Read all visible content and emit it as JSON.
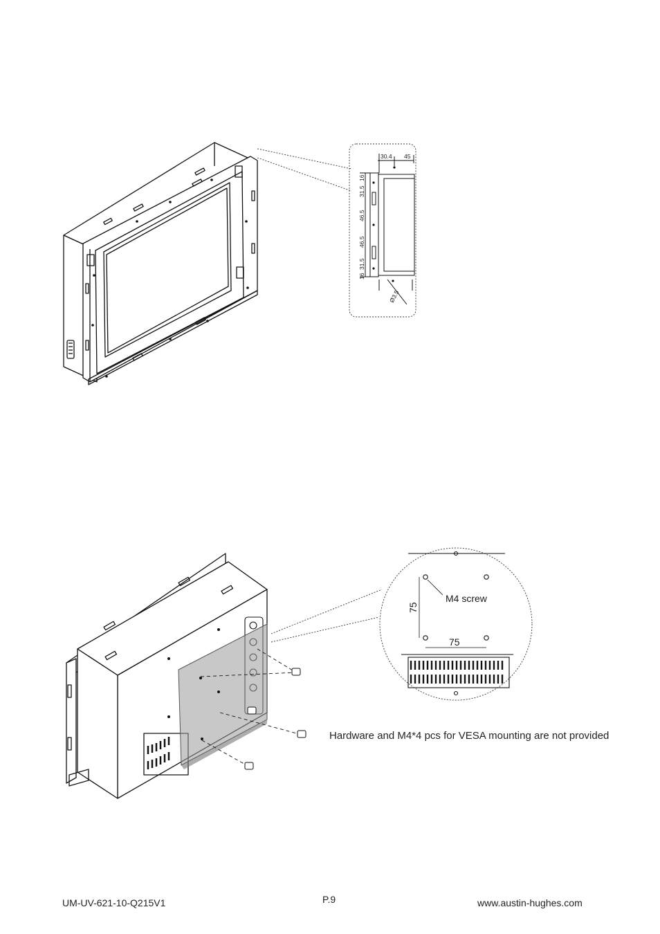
{
  "figure1": {
    "dimension_labels": [
      "30.4",
      "45",
      "16",
      "31.5",
      "46.5",
      "46.5",
      "31.5",
      "16",
      "Ø3.5"
    ]
  },
  "figure2": {
    "callout_label": "M4 screw",
    "vertical_dim": "75",
    "horizontal_dim": "75"
  },
  "note": "Hardware and M4*4 pcs for VESA mounting are not provided",
  "footer": {
    "doc_id": "UM-UV-621-10-Q215V1",
    "page": "P.9",
    "website": "www.austin-hughes.com"
  }
}
